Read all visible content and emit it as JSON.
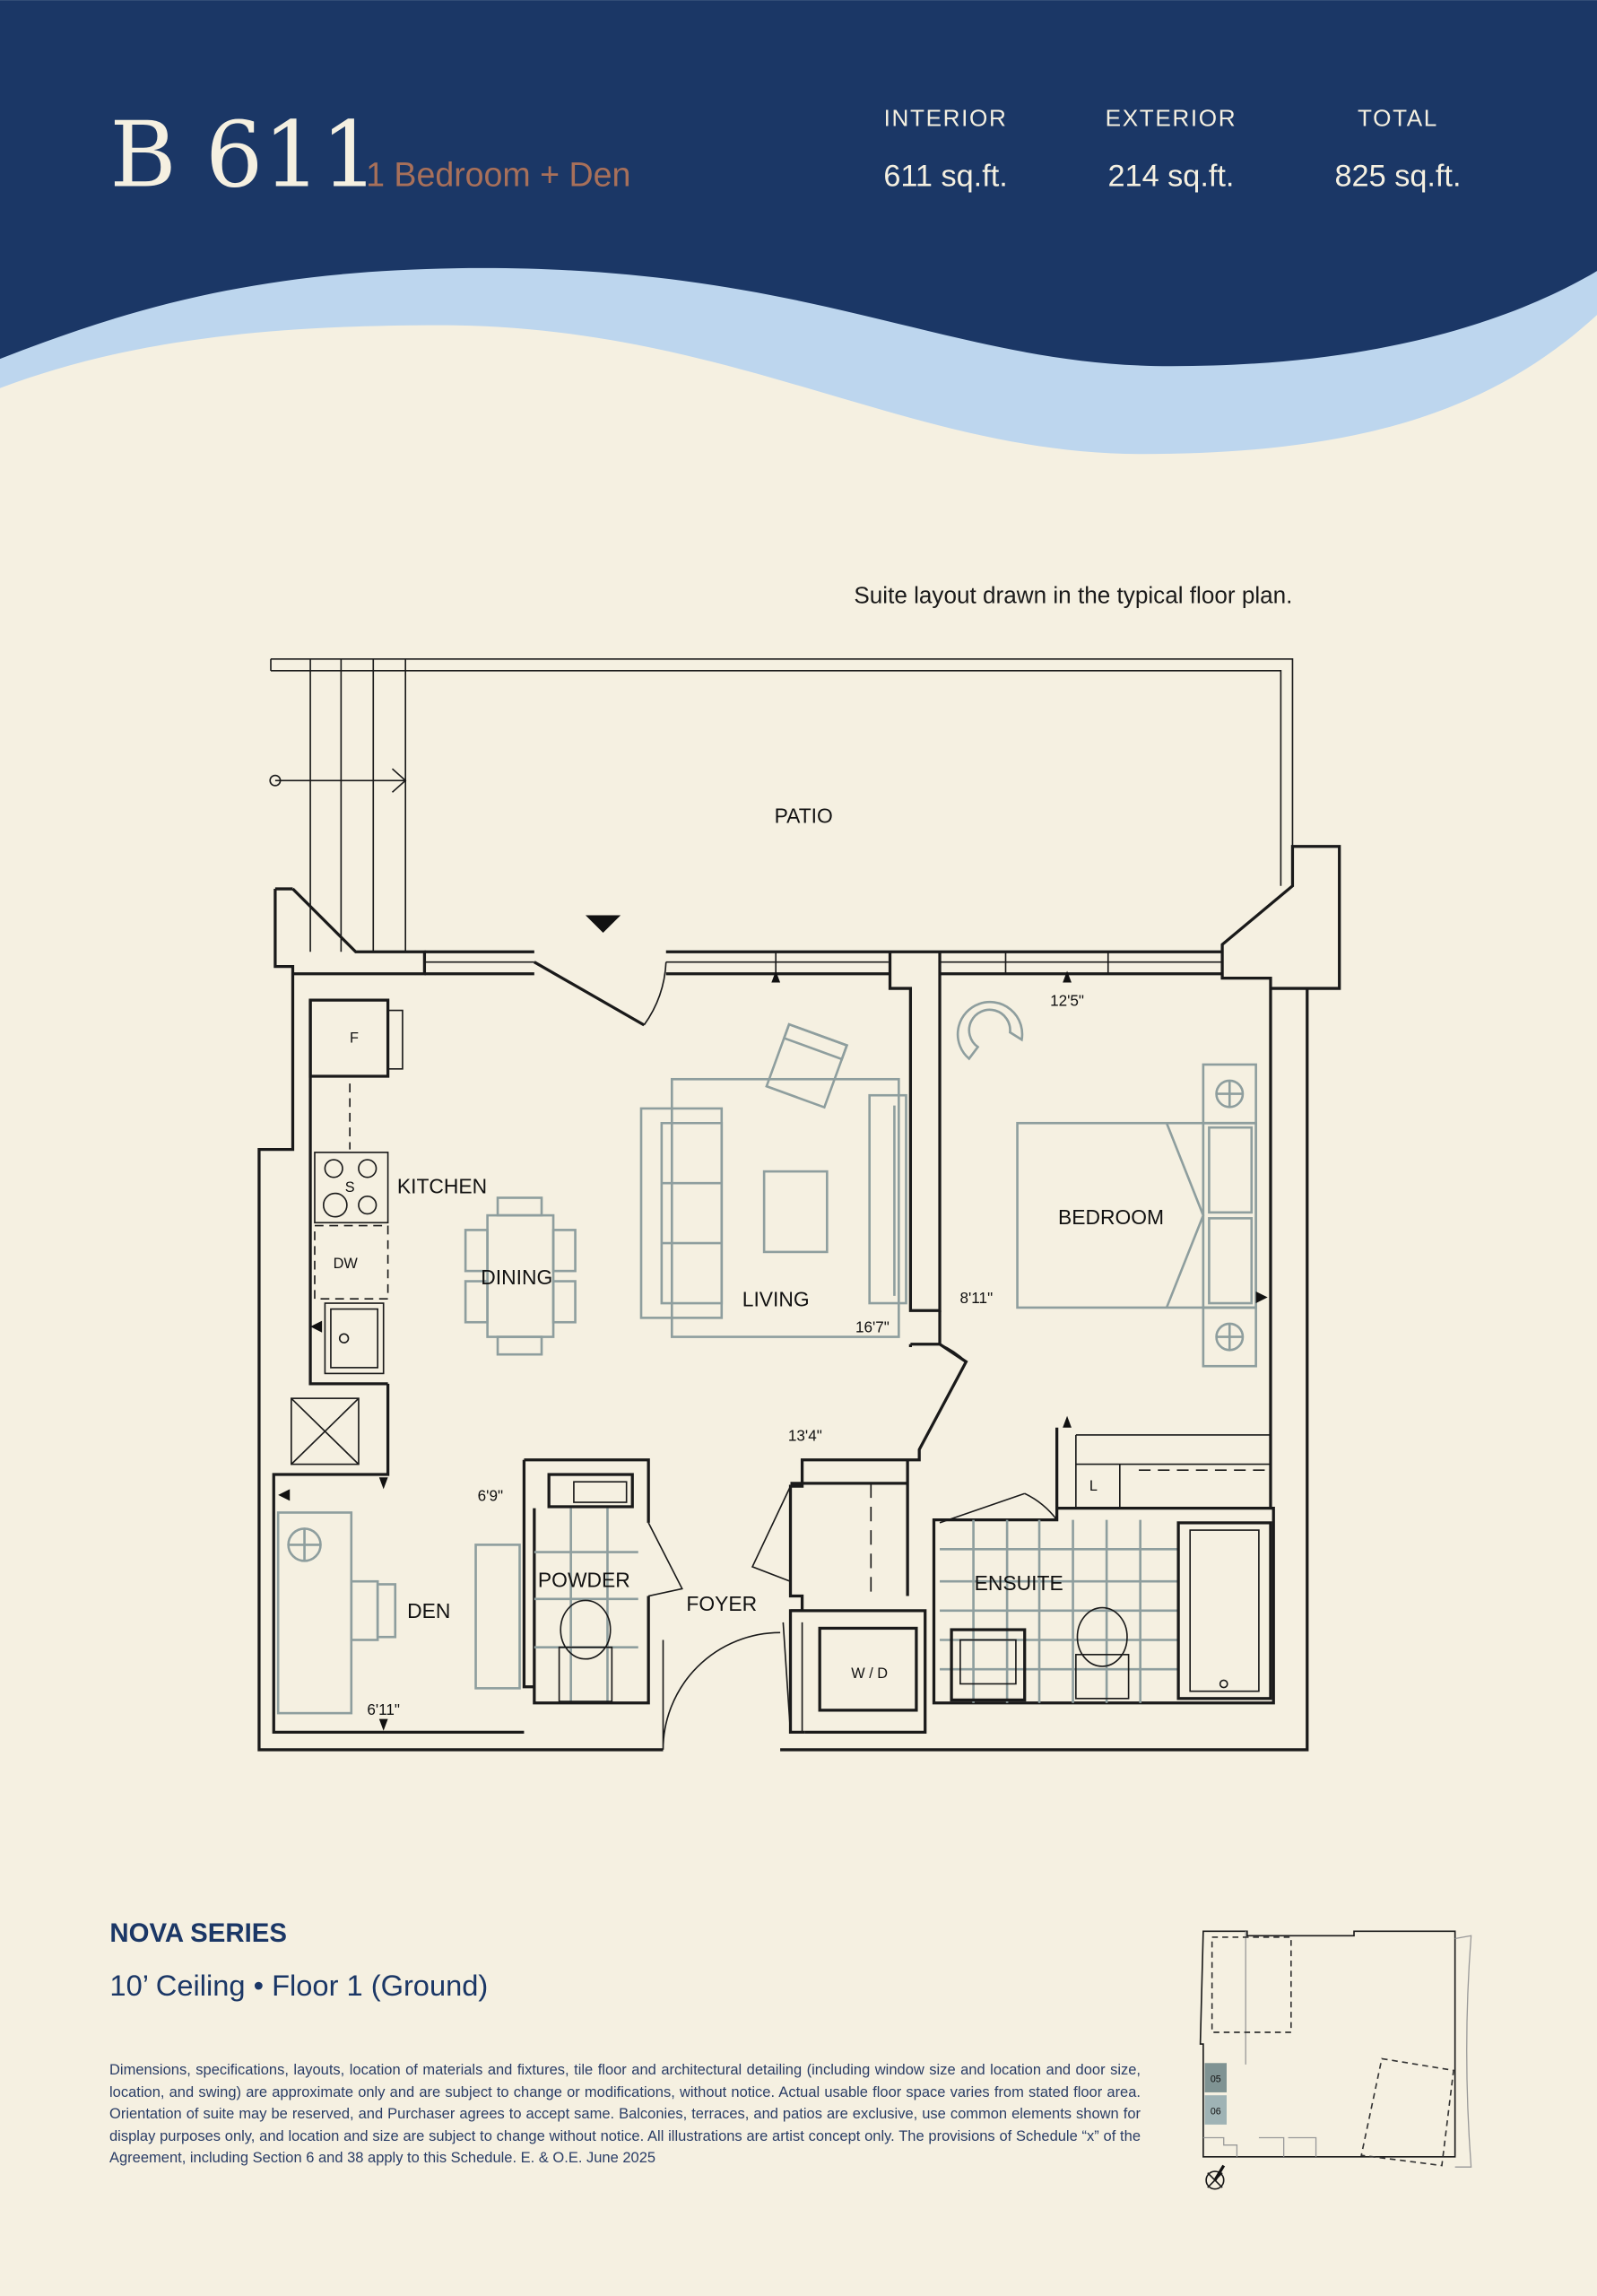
{
  "colors": {
    "navy": "#1b3766",
    "light_blue": "#bdd6ee",
    "cream": "#f5f0e1",
    "accent": "#a8705a"
  },
  "header": {
    "unit": "B 611",
    "type": "1 Bedroom + Den",
    "stats": [
      {
        "label": "INTERIOR",
        "value": "611 sq.ft."
      },
      {
        "label": "EXTERIOR",
        "value": "214 sq.ft."
      },
      {
        "label": "TOTAL",
        "value": "825 sq.ft."
      }
    ]
  },
  "plan": {
    "note": "Suite layout drawn in the typical floor plan.",
    "rooms": {
      "patio": "PATIO",
      "kitchen": "KITCHEN",
      "dining": "DINING",
      "living": "LIVING",
      "bedroom": "BEDROOM",
      "den": "DEN",
      "powder": "POWDER",
      "foyer": "FOYER",
      "ensuite": "ENSUITE",
      "wd": "W / D"
    },
    "appliances": {
      "fridge": "F",
      "stove": "S",
      "dishwasher": "DW",
      "linen": "L"
    },
    "dimensions": {
      "bedroom_width": "12'5\"",
      "bedroom_depth": "8'11\"",
      "living_depth": "16'7\"",
      "living_width": "13'4\"",
      "den_depth": "6'9\"",
      "den_width": "6'11\""
    }
  },
  "footer": {
    "series": "NOVA SERIES",
    "details": "10’ Ceiling • Floor 1 (Ground)",
    "disclaimer": "Dimensions, specifications, layouts, location of materials and fixtures, tile floor and architectural detailing (including window size and location and door size, location, and swing) are approximate only and are subject to change or modifications, without notice. Actual usable floor space varies from stated floor area. Orientation of suite may be reserved, and Purchaser agrees to accept same. Balconies, terraces, and patios are exclusive, use common elements shown for display purposes only, and location and size are subject to change without notice. All illustrations are artist concept only. The provisions of Schedule “x” of the Agreement, including Section 6 and 38 apply to this Schedule. E. & O.E. June 2025"
  },
  "keyplan": {
    "units": [
      "05",
      "06"
    ]
  }
}
